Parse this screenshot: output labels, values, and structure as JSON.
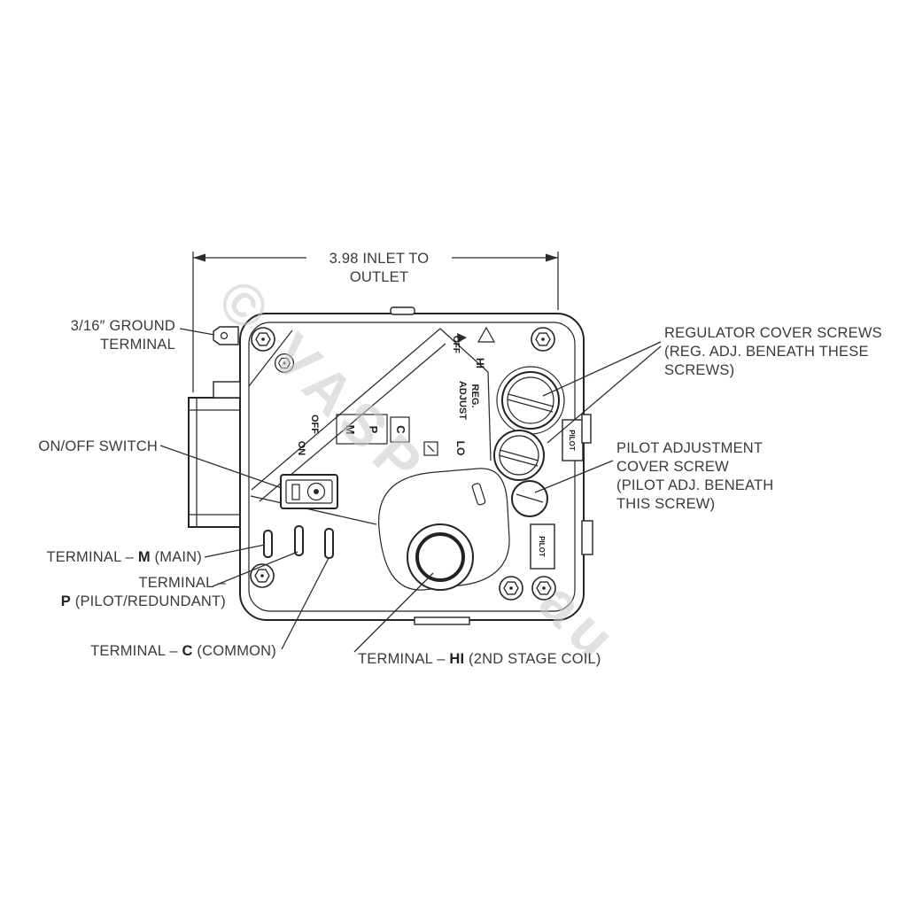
{
  "colors": {
    "ink": "#2b2b2b",
    "label_text": "#3a3a3a",
    "watermark": "#c9c9c9"
  },
  "dimension": {
    "line1": "3.98 INLET TO",
    "line2": "OUTLET"
  },
  "callouts": {
    "ground": {
      "line1": "3/16″ GROUND",
      "line2": "TERMINAL"
    },
    "on_off_switch": "ON/OFF SWITCH",
    "terminal_m": {
      "pre": "TERMINAL – ",
      "bold": "M",
      "post": " (MAIN)"
    },
    "terminal_p": {
      "line1": "TERMINAL –",
      "bold": "P",
      "post": " (PILOT/REDUNDANT)"
    },
    "terminal_c": {
      "pre": "TERMINAL – ",
      "bold": "C",
      "post": " (COMMON)"
    },
    "terminal_hi": {
      "pre": "TERMINAL – ",
      "bold": "HI",
      "post": " (2ND STAGE COIL)"
    },
    "regulator": {
      "line1": "REGULATOR COVER SCREWS",
      "line2": "(REG. ADJ. BENEATH THESE",
      "line3": "SCREWS)"
    },
    "pilot": {
      "line1": "PILOT ADJUSTMENT",
      "line2": "COVER SCREW",
      "line3": "(PILOT ADJ. BENEATH",
      "line4": "THIS SCREW)"
    }
  },
  "markings": {
    "off_arrow": "OFF",
    "hi": "HI",
    "reg": "REG.",
    "adjust": "ADJUST",
    "lo": "LO",
    "m": "M",
    "p": "P",
    "c": "C",
    "off": "OFF",
    "on": "ON",
    "pilot_tag_upper": "PILOT",
    "pilot_tag_lower": "PILOT"
  },
  "watermark": {
    "part1": "© VASP",
    "part2": "au"
  }
}
